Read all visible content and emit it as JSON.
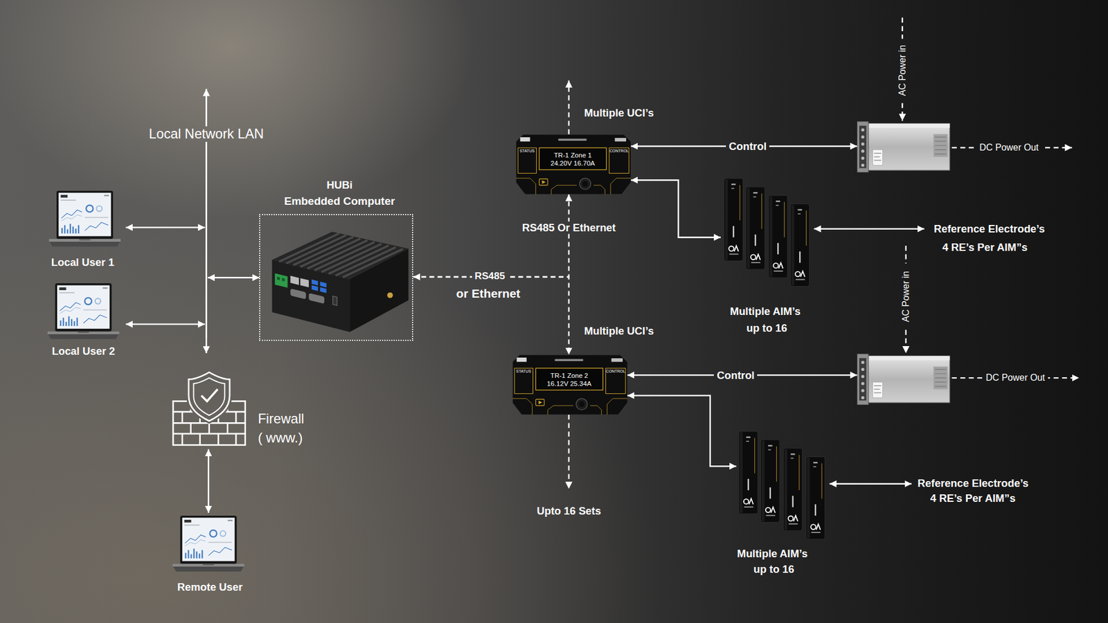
{
  "diagram": {
    "nodes": [
      {
        "text": [
          "Local User 1"
        ]
      },
      {
        "text": [
          "Local User 2"
        ]
      },
      {
        "text": [
          "Local Network LAN"
        ]
      },
      {
        "text": [
          "HUBi",
          "Embedded Computer"
        ]
      },
      {
        "text": [
          "Firewall",
          "( www.)"
        ]
      },
      {
        "text": [
          "Remote User"
        ]
      },
      {
        "text": [
          "STATUS",
          "TR-1 Zone 1",
          "24.20V 16.70A",
          "CONTROL"
        ]
      },
      {
        "text": [
          "AC Power in",
          "DC Power Out"
        ]
      },
      {
        "text": [
          "Multiple AIM’s",
          "up to 16"
        ]
      },
      {
        "text": [
          "Reference Electrode’s",
          "4 RE’s Per AIM”s"
        ]
      },
      {
        "text": [
          "STATUS",
          "TR-1 Zone 2",
          "16.12V 25.34A",
          "CONTROL"
        ]
      },
      {
        "text": [
          "AC Power in",
          "DC Power Out"
        ]
      },
      {
        "text": [
          "Multiple AIM’s",
          "up to 16"
        ]
      },
      {
        "text": [
          "Reference Electrode’s",
          "4 RE’s Per AIM”s"
        ]
      }
    ],
    "edges": [
      {
        "from": 0,
        "to": 2,
        "arrow": "both"
      },
      {
        "from": 1,
        "to": 2,
        "arrow": "both"
      },
      {
        "from": 2,
        "to": 3,
        "arrow": "both"
      },
      {
        "from": 2,
        "to": 4,
        "arrow": "to"
      },
      {
        "from": 4,
        "to": 5,
        "arrow": "both"
      },
      {
        "from": 3,
        "to": 6,
        "label": "RS485 Or Ethernet",
        "arrow": "both"
      },
      {
        "from": 3,
        "to": 10,
        "label": "RS485",
        "arrow": "both"
      },
      {
        "from": 6,
        "to": 7,
        "label": "Control",
        "arrow": "both"
      },
      {
        "from": 6,
        "to": 8,
        "arrow": "both"
      },
      {
        "from": 8,
        "to": 9,
        "arrow": "both"
      },
      {
        "from": 10,
        "to": 11,
        "label": "Control",
        "arrow": "both"
      },
      {
        "from": 10,
        "to": 12,
        "arrow": "both"
      },
      {
        "from": 12,
        "to": 13,
        "arrow": "both"
      }
    ],
    "labels": [
      "Multiple UCI’s",
      "or Ethernet",
      "Multiple UCI’s",
      "Upto 16 Sets"
    ]
  }
}
